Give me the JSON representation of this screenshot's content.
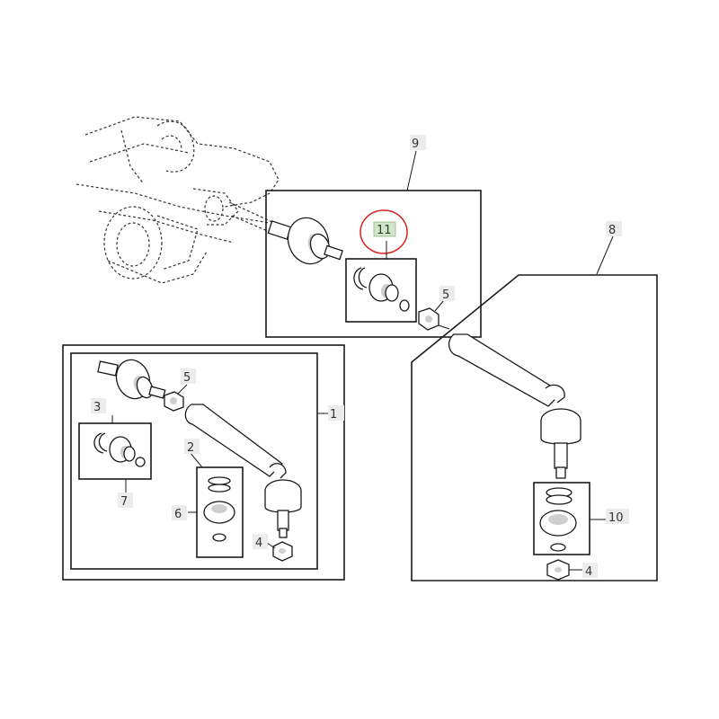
{
  "callouts": {
    "c1": "1",
    "c2": "2",
    "c3": "3",
    "c4_left": "4",
    "c4_right": "4",
    "c5_top": "5",
    "c5_left": "5",
    "c6": "6",
    "c7": "7",
    "c8": "8",
    "c9": "9",
    "c10": "10",
    "c11": "11"
  },
  "colors": {
    "highlight_circle": "#d9201a",
    "highlight_label_bg": "#cfe6c8",
    "label_bg": "#ececec",
    "line": "#1a1a1a"
  }
}
